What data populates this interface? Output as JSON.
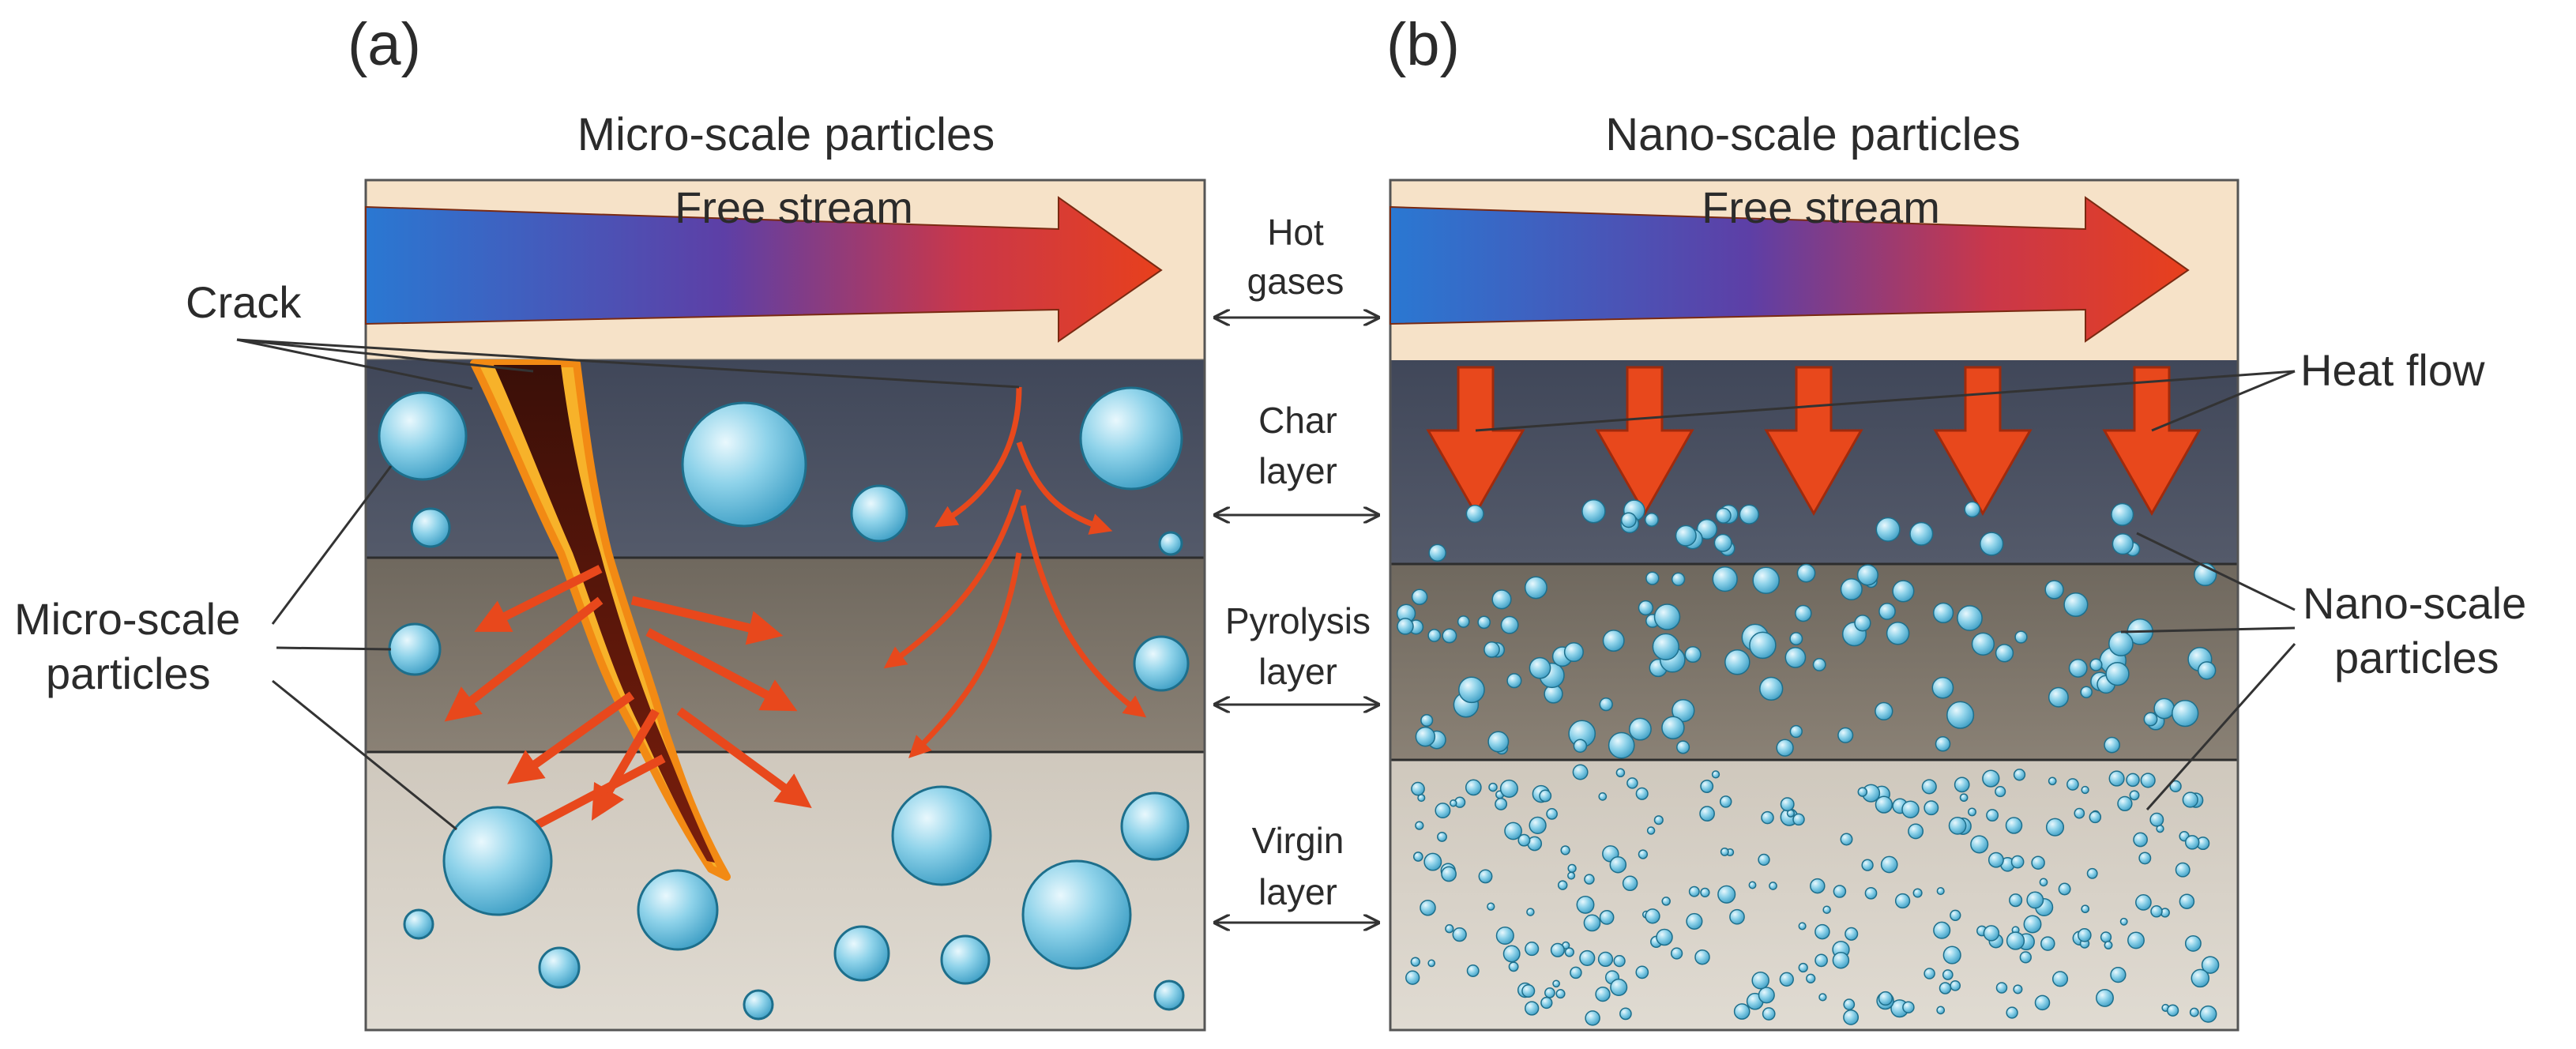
{
  "panel_a": {
    "tag": "(a)",
    "title": "Micro-scale particles",
    "stream_label": "Free stream",
    "callouts": {
      "crack": "Crack",
      "particles_line1": "Micro-scale",
      "particles_line2": "particles"
    }
  },
  "panel_b": {
    "tag": "(b)",
    "title": "Nano-scale particles",
    "stream_label": "Free stream",
    "callouts": {
      "heat_flow": "Heat flow",
      "particles_line1": "Nano-scale",
      "particles_line2": "particles"
    }
  },
  "middle_labels": [
    {
      "id": "hot-gases",
      "line1": "Hot",
      "line2": "gases"
    },
    {
      "id": "char-layer",
      "line1": "Char",
      "line2": "layer"
    },
    {
      "id": "pyrolysis-layer",
      "line1": "Pyrolysis",
      "line2": "layer"
    },
    {
      "id": "virgin-layer",
      "line1": "Virgin",
      "line2": "layer"
    }
  ],
  "colors": {
    "free_stream_bg": "#f6e2c8",
    "char_layer": "#4a5163",
    "pyrolysis_layer": "#7d7467",
    "virgin_layer": "#d6d0c6",
    "particle": "#8fd3ea",
    "particle_edge": "#1d6f8c",
    "arrow_cold": "#2a78d2",
    "arrow_hot": "#e8401c",
    "fire": "#f39a1c"
  }
}
